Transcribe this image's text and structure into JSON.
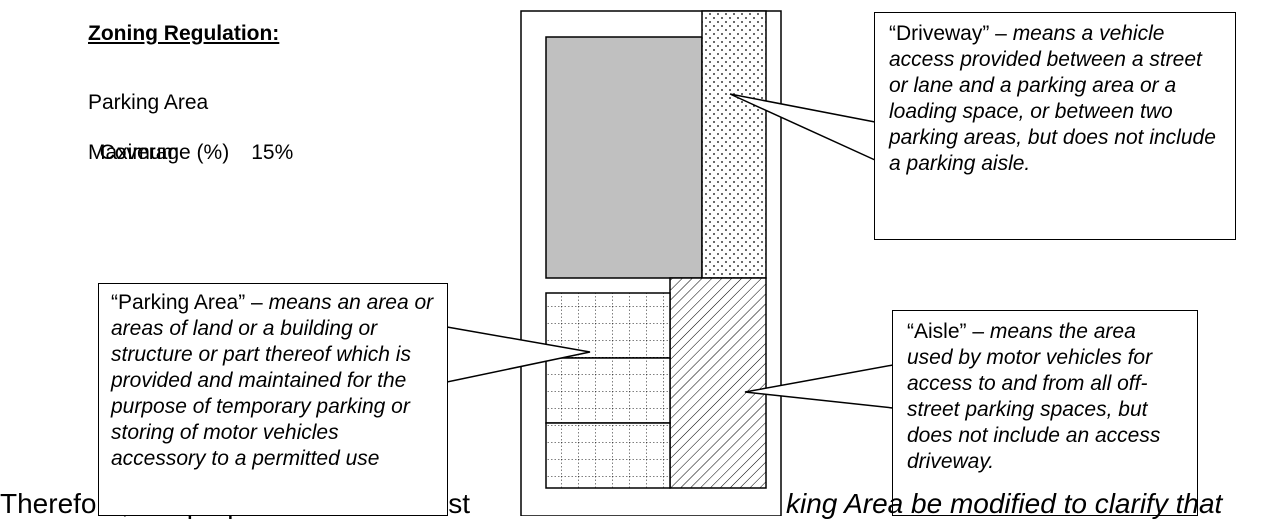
{
  "regulation": {
    "heading": "Zoning Regulation:",
    "line1": "Parking Area",
    "line2_label": "Coverage (%)",
    "line2_value": "15%",
    "line3": "Maximum"
  },
  "callouts": {
    "driveway": {
      "term": "“Driveway” – ",
      "definition": "means a vehicle access provided between a street or lane and a parking area or a loading space, or between two parking areas, but does not include a parking aisle."
    },
    "parking_area": {
      "term": "“Parking Area” – ",
      "definition": "means an area or areas of land or a building or structure or part thereof which is provided and maintained for the purpose of temporary parking or storing of motor vehicles accessory to a permitted use"
    },
    "aisle": {
      "term": "“Aisle” – ",
      "definition": "means the area used by motor vehicles for access to and from all off-street parking spaces, but does not include an access driveway."
    }
  },
  "bottom_text": {
    "left": "Therefore, it is proposed that the exist",
    "right": "king Area be modified to clarify that"
  },
  "colors": {
    "building": "#c0c0c0",
    "outline": "#000000",
    "background": "#ffffff"
  }
}
